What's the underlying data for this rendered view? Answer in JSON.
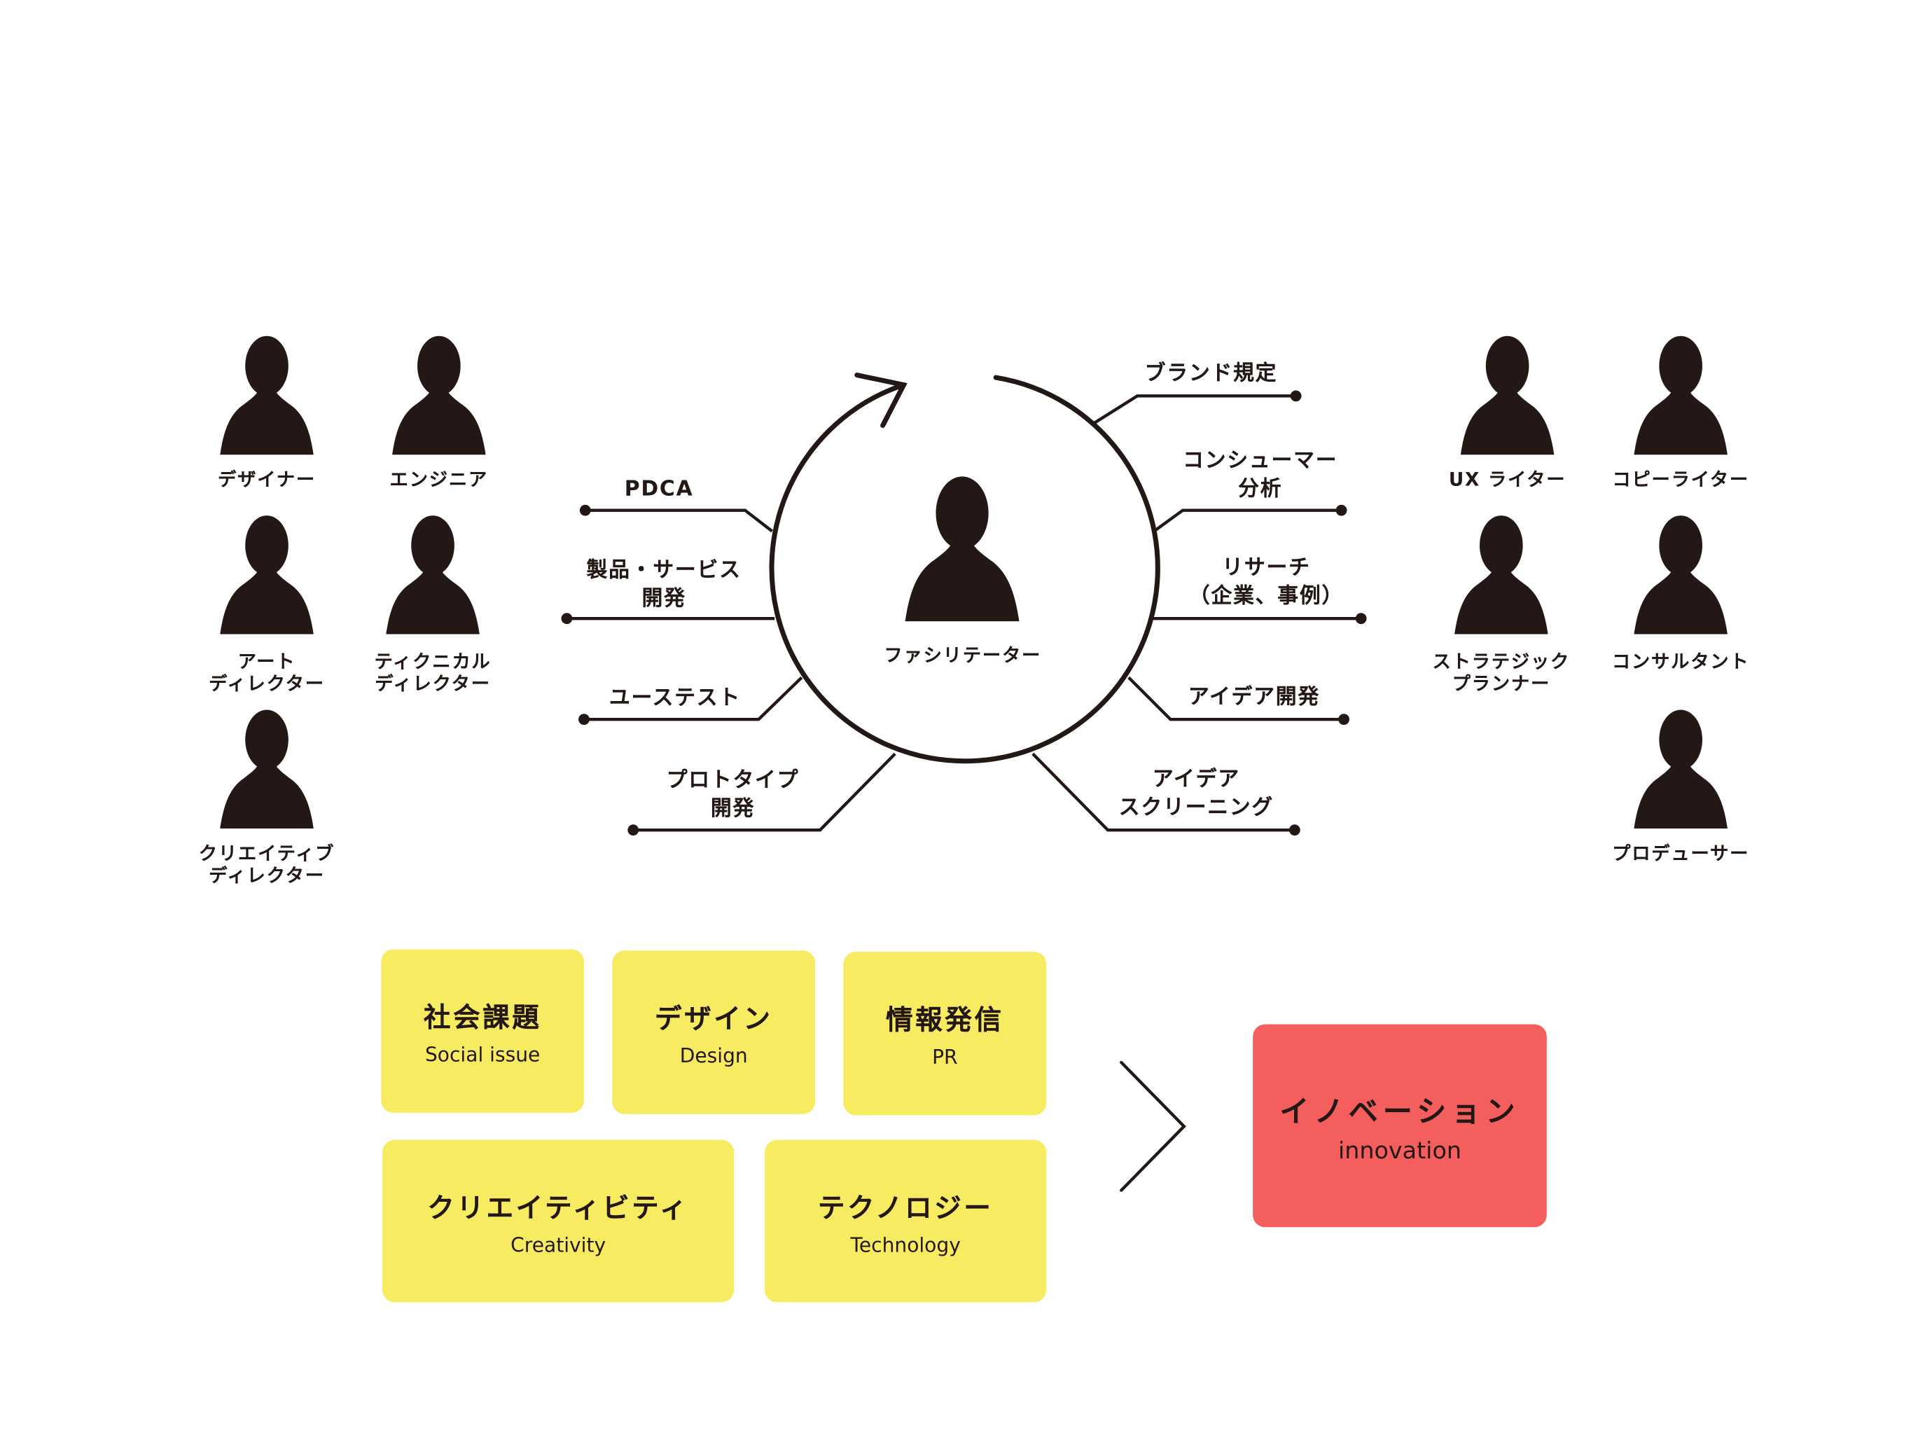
{
  "roles_left": [
    {
      "lines": [
        "デザイナー"
      ]
    },
    {
      "lines": [
        "エンジニア"
      ]
    },
    {
      "lines": [
        "アート",
        "ディレクター"
      ]
    },
    {
      "lines": [
        "ティクニカル",
        "ディレクター"
      ]
    },
    {
      "lines": [
        "クリエイティブ",
        "ディレクター"
      ]
    }
  ],
  "roles_right": [
    {
      "lines": [
        "UX ライター"
      ]
    },
    {
      "lines": [
        "コピーライター"
      ]
    },
    {
      "lines": [
        "ストラテジック",
        "プランナー"
      ]
    },
    {
      "lines": [
        "コンサルタント"
      ]
    },
    {
      "lines": [
        "プロデューサー"
      ]
    }
  ],
  "center": {
    "label": "ファシリテーター"
  },
  "cycle_left": [
    {
      "lines": [
        "PDCA"
      ]
    },
    {
      "lines": [
        "製品・サービス",
        "開発"
      ]
    },
    {
      "lines": [
        "ユーステスト"
      ]
    },
    {
      "lines": [
        "プロトタイプ",
        "開発"
      ]
    }
  ],
  "cycle_right": [
    {
      "lines": [
        "ブランド規定"
      ]
    },
    {
      "lines": [
        "コンシューマー",
        "分析"
      ]
    },
    {
      "lines": [
        "リサーチ",
        "（企業、事例）"
      ]
    },
    {
      "lines": [
        "アイデア開発"
      ]
    },
    {
      "lines": [
        "アイデア",
        "スクリーニング"
      ]
    }
  ],
  "factors": [
    {
      "jp": "社会課題",
      "en": "Social issue"
    },
    {
      "jp": "デザイン",
      "en": "Design"
    },
    {
      "jp": "情報発信",
      "en": "PR"
    },
    {
      "jp": "クリエイティビティ",
      "en": "Creativity"
    },
    {
      "jp": "テクノロジー",
      "en": "Technology"
    }
  ],
  "result": {
    "jp": "イノベーション",
    "en": "innovation"
  },
  "colors": {
    "ink": "#231815",
    "factor": "#F7EB61",
    "result": "#F45E5D"
  }
}
